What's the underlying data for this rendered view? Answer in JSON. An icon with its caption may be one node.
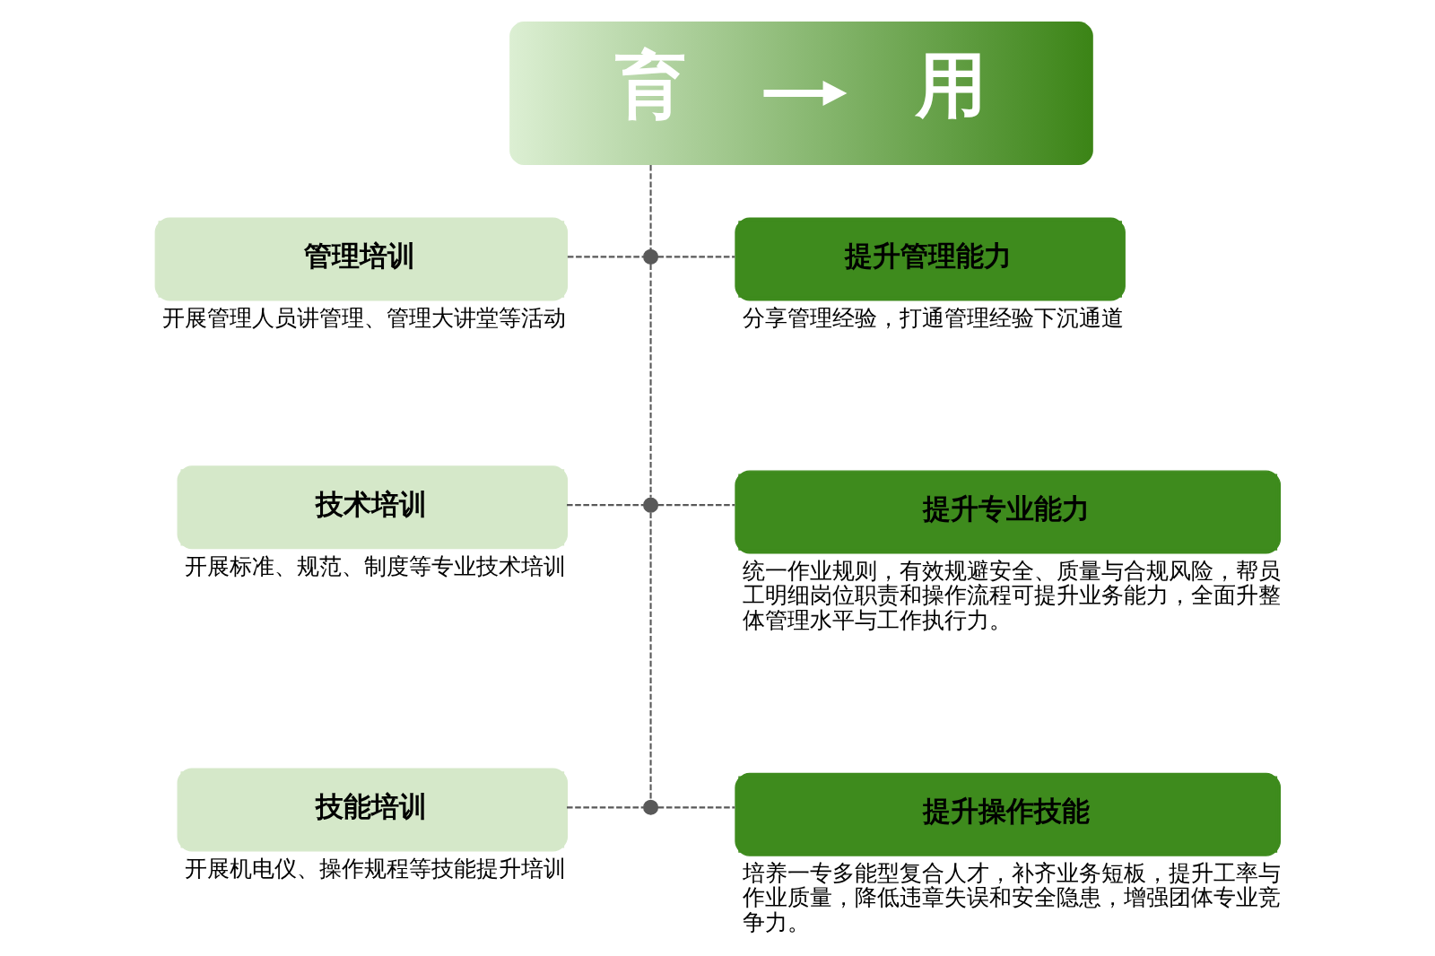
{
  "diagram": {
    "nodes": [
      {
        "text": [],
        "shape": "bar"
      },
      {
        "text": [
          "育"
        ],
        "in": 0
      },
      {
        "text": [
          "用"
        ],
        "in": 0
      },
      {
        "text": [
          "管理培训"
        ],
        "beside": [
          "开展管理人员讲管理、管理大讲堂等活动"
        ]
      },
      {
        "text": [],
        "shape": "circle"
      },
      {
        "text": [
          "提升管理能力"
        ],
        "beside": [
          "分享管理经验，打通管理经验下沉通道"
        ]
      },
      {
        "text": [
          "技术培训"
        ],
        "beside": [
          "开展标准、规范、制度等专业技术培训"
        ]
      },
      {
        "text": [],
        "shape": "circle"
      },
      {
        "text": [
          "提升专业能力"
        ],
        "beside": [
          "统一作业规则，有效规避安全、质量与合规风险，帮员工明细岗位职责和操作流程可提升业务能力，全面升整体管理水平与工作执行力。"
        ]
      },
      {
        "text": [
          "技能培训"
        ],
        "beside": [
          "开展机电仪、操作规程等技能提升培训"
        ]
      },
      {
        "text": [],
        "shape": "circle"
      },
      {
        "text": [
          "提升操作技能"
        ],
        "beside": [
          "培养一专多能型复合人才，补齐业务短板，提升工率与作业质量，降低违章失误和安全隐患，增强团体专业竞争力。"
        ]
      }
    ],
    "edges": [
      {
        "from": 1,
        "to": 2,
        "arrow": "to",
        "style": "thick",
        "color": "#ffffff"
      },
      {
        "from": 0,
        "to": 4,
        "arrow": "none",
        "style": "dashed"
      },
      {
        "from": 3,
        "to": 4,
        "arrow": "none",
        "style": "dashed"
      },
      {
        "from": 4,
        "to": 5,
        "arrow": "none",
        "style": "dashed"
      },
      {
        "from": 4,
        "to": 7,
        "arrow": "none",
        "style": "dashed"
      },
      {
        "from": 6,
        "to": 7,
        "arrow": "none",
        "style": "dashed"
      },
      {
        "from": 7,
        "to": 8,
        "arrow": "none",
        "style": "dashed"
      },
      {
        "from": 7,
        "to": 10,
        "arrow": "none",
        "style": "dashed"
      },
      {
        "from": 9,
        "to": 10,
        "arrow": "none",
        "style": "dashed"
      },
      {
        "from": 10,
        "to": 11,
        "arrow": "none",
        "style": "dashed"
      }
    ]
  }
}
